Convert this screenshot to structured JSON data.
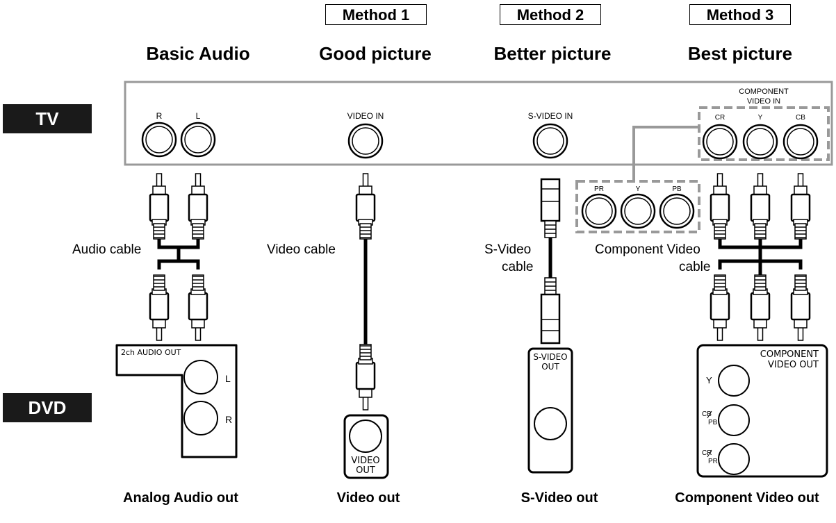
{
  "methods": [
    {
      "label": "Method 1"
    },
    {
      "label": "Method 2"
    },
    {
      "label": "Method 3"
    }
  ],
  "headings": {
    "basic_audio": "Basic Audio",
    "good": "Good picture",
    "better": "Better picture",
    "best": "Best picture"
  },
  "side_labels": {
    "tv": "TV",
    "dvd": "DVD"
  },
  "tv_jacks": {
    "r": "R",
    "l": "L",
    "video_in": "VIDEO IN",
    "svideo_in": "S-VIDEO IN",
    "component_line1": "COMPONENT",
    "component_line2": "VIDEO IN",
    "cr": "CR",
    "y": "Y",
    "cb": "CB"
  },
  "adapter": {
    "pr": "PR",
    "y": "Y",
    "pb": "PB"
  },
  "cables": {
    "audio": "Audio cable",
    "video": "Video cable",
    "svideo_line1": "S-Video",
    "svideo_line2": "cable",
    "component_line1": "Component Video",
    "component_line2": "cable"
  },
  "dvd_panels": {
    "audio_title": "2ch AUDIO OUT",
    "audio_l": "L",
    "audio_r": "R",
    "video_line1": "VIDEO",
    "video_line2": "OUT",
    "svideo_line1": "S-VIDEO",
    "svideo_line2": "OUT",
    "component_line1": "COMPONENT",
    "component_line2": "VIDEO OUT",
    "comp_y": "Y",
    "comp_cb": "CB",
    "comp_pb": "PB",
    "comp_cr": "CR",
    "comp_pr": "PR"
  },
  "footers": {
    "audio": "Analog Audio out",
    "video": "Video out",
    "svideo": "S-Video out",
    "component": "Component Video out"
  },
  "colors": {
    "panel_border": "#999999",
    "dashed": "#999999",
    "label_bg": "#1a1a1a"
  }
}
